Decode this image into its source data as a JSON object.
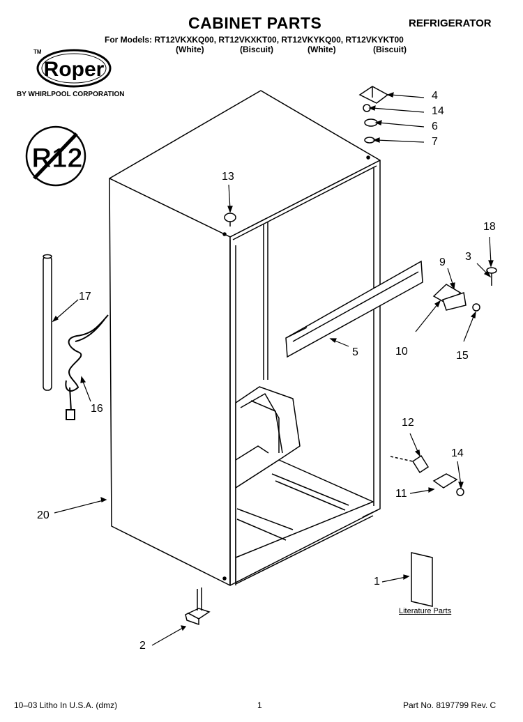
{
  "header": {
    "title": "CABINET PARTS",
    "product_type": "REFRIGERATOR",
    "models_line": "For Models: RT12VKXKQ00, RT12VKXKT00, RT12VKYKQ00, RT12VKYKT00",
    "colors": [
      "(White)",
      "(Biscuit)",
      "(White)",
      "(Biscuit)"
    ],
    "trademark": "TM"
  },
  "brand": {
    "logo_text": "Roper",
    "byline": "BY WHIRLPOOL CORPORATION",
    "badge_text": "R12"
  },
  "callouts": [
    "4",
    "14",
    "6",
    "7",
    "13",
    "18",
    "3",
    "9",
    "10",
    "15",
    "5",
    "17",
    "16",
    "12",
    "14",
    "11",
    "20",
    "1",
    "2"
  ],
  "literature_caption": "Literature Parts",
  "footer": {
    "left": "10–03 Litho In U.S.A. (dmz)",
    "page": "1",
    "right": "Part No. 8197799 Rev. C"
  }
}
